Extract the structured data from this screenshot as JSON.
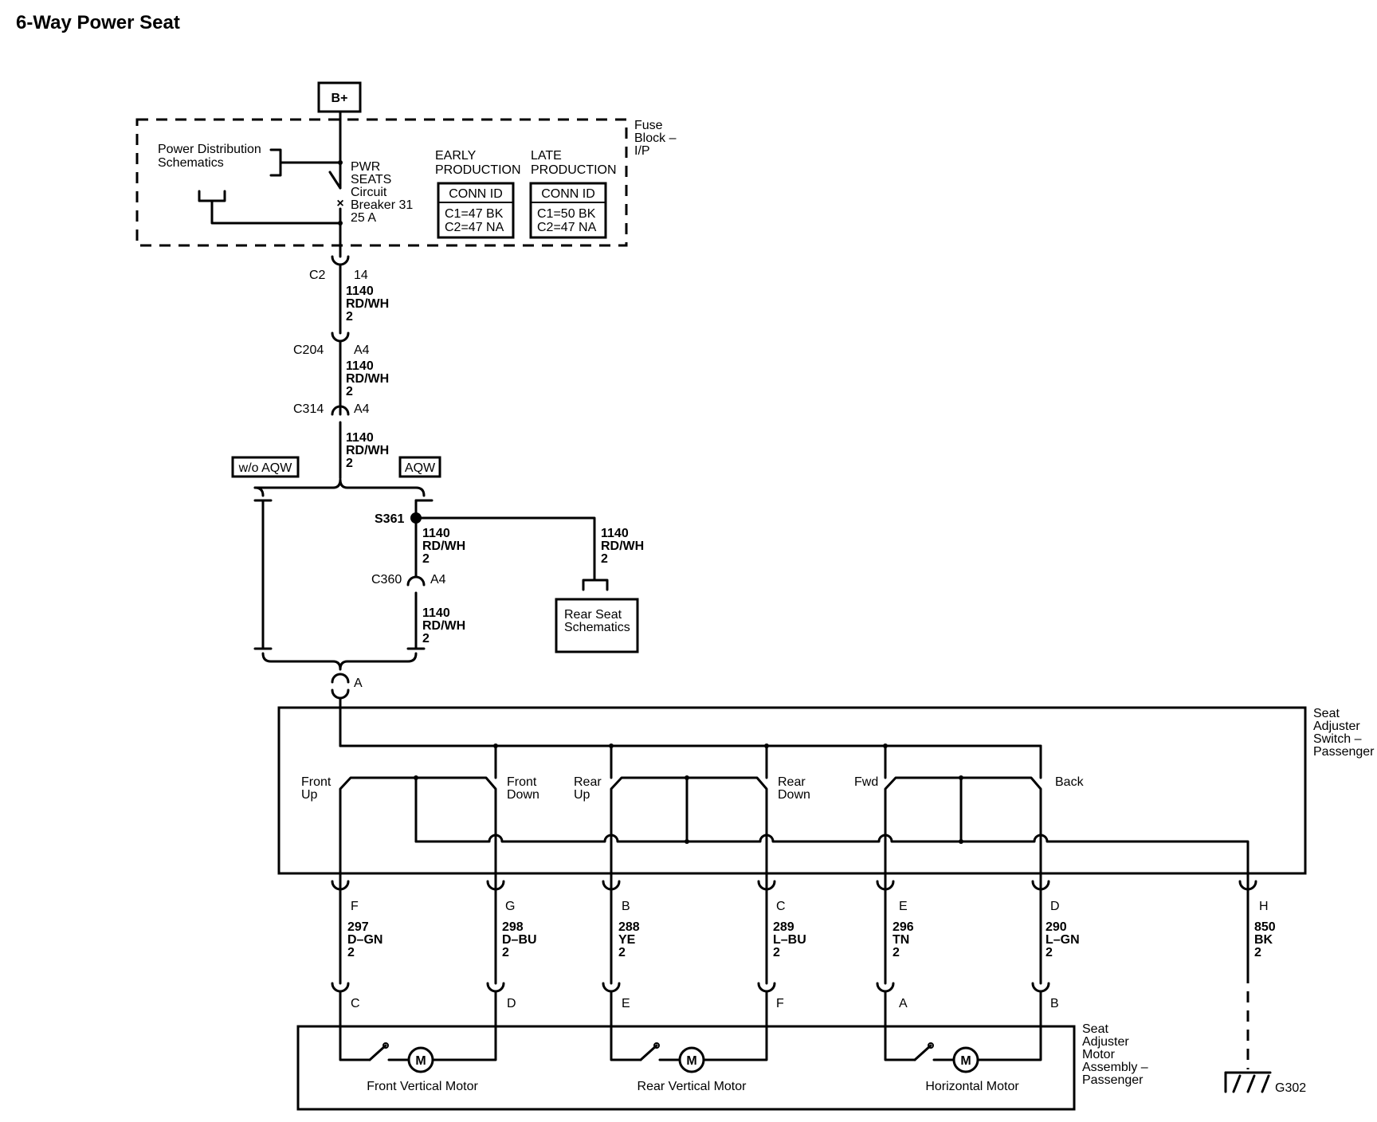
{
  "title": "6-Way Power Seat",
  "power_source": "B+",
  "fuse_block": {
    "label_lines": [
      "Fuse",
      "Block –",
      "I/P"
    ],
    "power_distribution": [
      "Power Distribution",
      "Schematics"
    ],
    "breaker_lines": [
      "PWR",
      "SEATS",
      "Circuit",
      "Breaker 31",
      "25 A"
    ],
    "early_production": {
      "heading_lines": [
        "EARLY",
        "PRODUCTION"
      ],
      "conn_id_label": "CONN ID",
      "rows": [
        "C1=47 BK",
        "C2=47 NA"
      ]
    },
    "late_production": {
      "heading_lines": [
        "LATE",
        "PRODUCTION"
      ],
      "conn_id_label": "CONN ID",
      "rows": [
        "C1=50 BK",
        "C2=47 NA"
      ]
    }
  },
  "main_feed": {
    "c2": {
      "connector": "C2",
      "pin": "14"
    },
    "c204": {
      "connector": "C204",
      "pin": "A4"
    },
    "c314": {
      "connector": "C314",
      "pin": "A4"
    },
    "wire_lines": [
      "1140",
      "RD/WH",
      "2"
    ]
  },
  "options": {
    "without": "w/o AQW",
    "with": "AQW"
  },
  "splice": {
    "name": "S361",
    "c360": {
      "connector": "C360",
      "pin": "A4"
    },
    "rear_seat": [
      "Rear Seat",
      "Schematics"
    ]
  },
  "switch_input_pin": "A",
  "switch": {
    "label_lines": [
      "Seat",
      "Adjuster",
      "Switch –",
      "Passenger"
    ],
    "positions": {
      "front_up": [
        "Front",
        "Up"
      ],
      "front_down": [
        "Front",
        "Down"
      ],
      "rear_up": [
        "Rear",
        "Up"
      ],
      "rear_down": [
        "Rear",
        "Down"
      ],
      "fwd": [
        "Fwd"
      ],
      "back": [
        "Back"
      ]
    }
  },
  "circuits": [
    {
      "switch_pin": "F",
      "circuit": "297",
      "color": "D–GN",
      "gauge": "2",
      "motor_pin": "C"
    },
    {
      "switch_pin": "G",
      "circuit": "298",
      "color": "D–BU",
      "gauge": "2",
      "motor_pin": "D"
    },
    {
      "switch_pin": "B",
      "circuit": "288",
      "color": "YE",
      "gauge": "2",
      "motor_pin": "E"
    },
    {
      "switch_pin": "C",
      "circuit": "289",
      "color": "L–BU",
      "gauge": "2",
      "motor_pin": "F"
    },
    {
      "switch_pin": "E",
      "circuit": "296",
      "color": "TN",
      "gauge": "2",
      "motor_pin": "A"
    },
    {
      "switch_pin": "D",
      "circuit": "290",
      "color": "L–GN",
      "gauge": "2",
      "motor_pin": "B"
    }
  ],
  "ground_circuit": {
    "switch_pin": "H",
    "circuit": "850",
    "color": "BK",
    "gauge": "2",
    "ground": "G302"
  },
  "motor_assembly": {
    "label_lines": [
      "Seat",
      "Adjuster",
      "Motor",
      "Assembly –",
      "Passenger"
    ],
    "motor_symbol": "M",
    "motors": [
      "Front Vertical Motor",
      "Rear Vertical Motor",
      "Horizontal Motor"
    ]
  }
}
